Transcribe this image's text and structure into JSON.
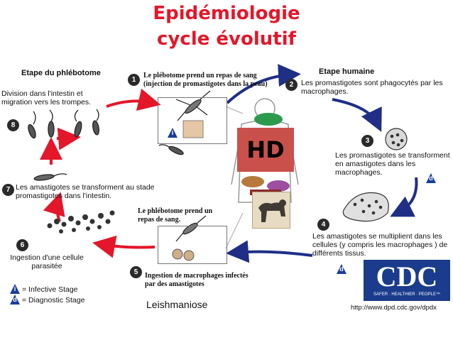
{
  "title": {
    "line1": "Epidémiologie",
    "line2": "cycle évolutif"
  },
  "phase_labels": {
    "vector": "Etape du phlébotome",
    "human": "Etape humaine"
  },
  "steps": [
    {
      "number": "1",
      "text": "Le plébotome prend un repas de sang (injection de promastigotes dans la peau)"
    },
    {
      "number": "2",
      "text": "Les promastigotes sont phagocytés par les macrophages."
    },
    {
      "number": "3",
      "text": "Les promastigotes se transforment en amastigotes dans les macrophages."
    },
    {
      "number": "4",
      "text": "Les amastigotes se multiplient dans les cellules (y compris les macrophages ) de différents tissus."
    },
    {
      "number": "5",
      "text": "Ingestion de macrophages infectés par des amastigotes"
    },
    {
      "number": "6",
      "text": "Ingestion d'une cellule parasitée"
    },
    {
      "number": "7",
      "text": "Les amastigotes se transforment au stade promastigotes dans l'intestin."
    },
    {
      "number": "8",
      "text": "Division dans l'intestin et migration vers les trompes."
    }
  ],
  "second_meal": "Le phlébotome prend un repas de sang.",
  "badges": {
    "infective": "i",
    "diagnostic": "d"
  },
  "legend": {
    "infective": "= Infective Stage",
    "diagnostic": "= Diagnostic Stage"
  },
  "disease_name": "Leishmaniose",
  "hd_label": "HD",
  "cdc": {
    "logo": "CDC",
    "tagline": "SAFER · HEALTHIER · PEOPLE™",
    "url": "http://www.dpd.cdc.gov/dpdx"
  },
  "colors": {
    "title": "#e4162a",
    "red_arrow": "#e4162a",
    "blue_arrow": "#1f2f86",
    "hd_box": "#c9504b",
    "cdc_blue": "#1b3c8c"
  }
}
